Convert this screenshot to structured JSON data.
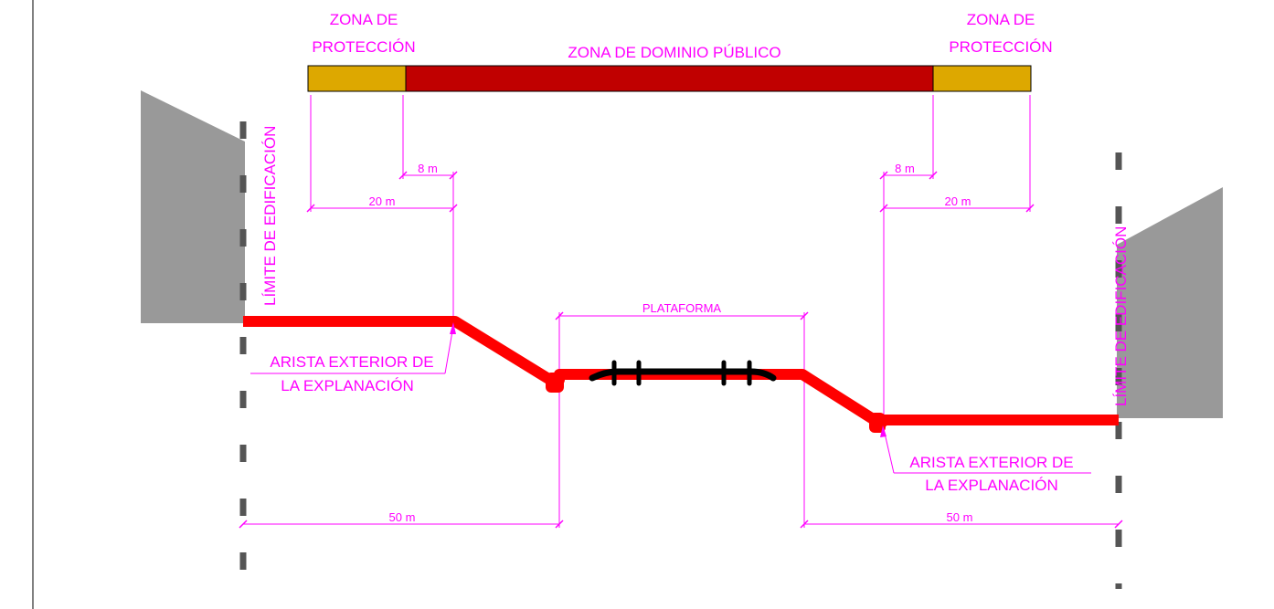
{
  "labels": {
    "zona_proteccion_left_line1": "ZONA DE",
    "zona_proteccion_left_line2": "PROTECCIÓN",
    "zona_proteccion_right_line1": "ZONA DE",
    "zona_proteccion_right_line2": "PROTECCIÓN",
    "zona_dominio_publico": "ZONA DE DOMINIO PÚBLICO",
    "limite_edificacion_left": "LÍMITE DE EDIFICACIÓN",
    "limite_edificacion_right": "LÍMITE DE EDIFICACIÓN",
    "arista_left_line1": "ARISTA EXTERIOR DE",
    "arista_left_line2": "LA EXPLANACIÓN",
    "arista_right_line1": "ARISTA EXTERIOR DE",
    "arista_right_line2": "LA EXPLANACIÓN",
    "plataforma": "PLATAFORMA"
  },
  "dimensions": {
    "left_8m": "8 m",
    "right_8m": "8 m",
    "left_20m": "20 m",
    "right_20m": "20 m",
    "left_50m": "50 m",
    "right_50m": "50 m"
  },
  "colors": {
    "annotation": "#ff00ff",
    "terrain_profile": "#ff0000",
    "zona_dominio_publico": "#c00000",
    "zona_proteccion": "#dda800",
    "buildings": "#999999",
    "limit_dashes": "#555555",
    "track": "#000000"
  }
}
